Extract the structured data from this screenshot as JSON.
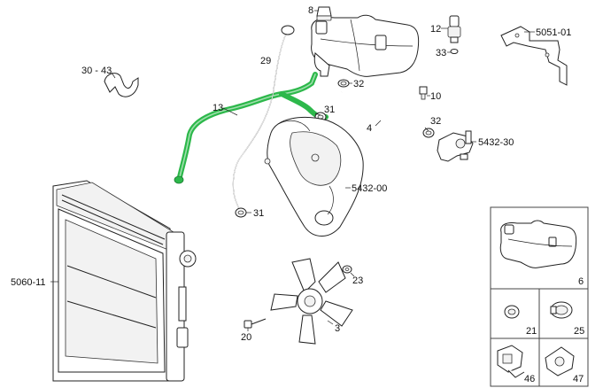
{
  "highlight_color": "#2db84b",
  "callouts": {
    "c8": "8",
    "c29": "29",
    "c12": "12",
    "c33": "33",
    "c5051_01": "5051-01",
    "c30_43": "30 - 43",
    "c32a": "32",
    "c10": "10",
    "c13": "13",
    "c31a": "31",
    "c32b": "32",
    "c4": "4",
    "c5432_30": "5432-30",
    "c5432_00": "5432-00",
    "c31b": "31",
    "c5060_11": "5060-11",
    "c23": "23",
    "c3": "3",
    "c20": "20"
  },
  "inset": {
    "c6": "6",
    "c21": "21",
    "c25": "25",
    "c46": "46",
    "c47": "47"
  }
}
